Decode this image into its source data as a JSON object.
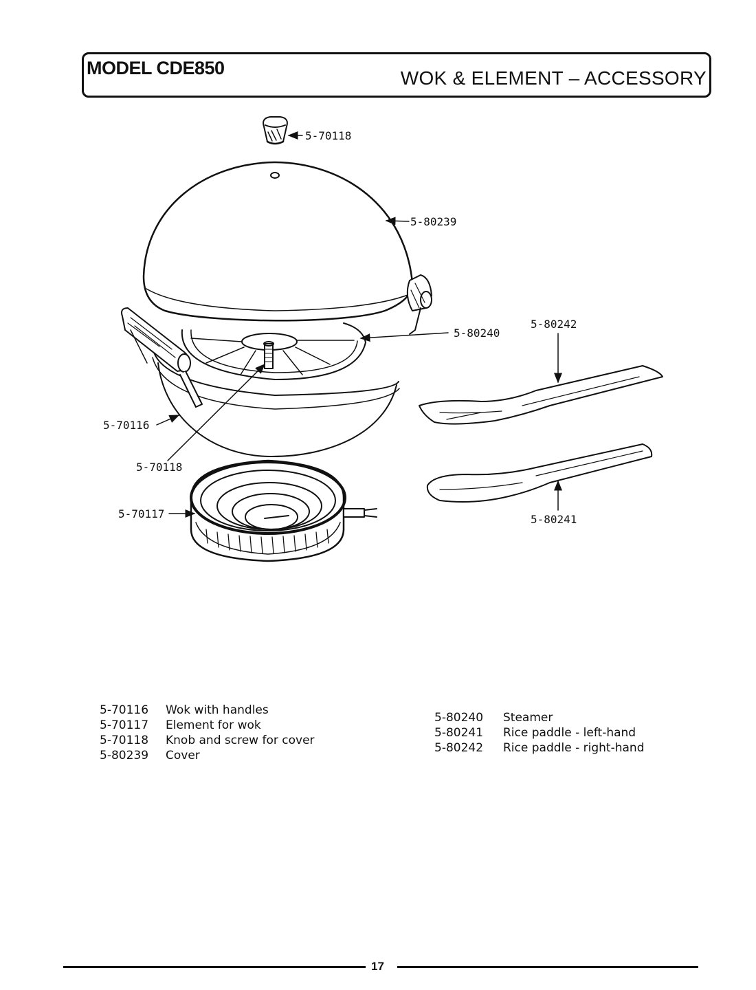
{
  "header": {
    "model": "MODEL CDE850",
    "section": "WOK & ELEMENT – ACCESSORY"
  },
  "callouts": {
    "knob_top": "5-70118",
    "cover": "5-80239",
    "steamer": "5-80240",
    "paddle_right": "5-80242",
    "wok": "5-70116",
    "knob_screw": "5-70118",
    "element": "5-70117",
    "paddle_left": "5-80241"
  },
  "legend_left": [
    {
      "part": "5-70116",
      "desc": "Wok with handles"
    },
    {
      "part": "5-70117",
      "desc": "Element for wok"
    },
    {
      "part": "5-70118",
      "desc": "Knob and screw for cover"
    },
    {
      "part": "5-80239",
      "desc": "Cover"
    }
  ],
  "legend_right": [
    {
      "part": "5-80240",
      "desc": "Steamer"
    },
    {
      "part": "5-80241",
      "desc": "Rice paddle - left-hand"
    },
    {
      "part": "5-80242",
      "desc": "Rice paddle - right-hand"
    }
  ],
  "page_number": "17"
}
